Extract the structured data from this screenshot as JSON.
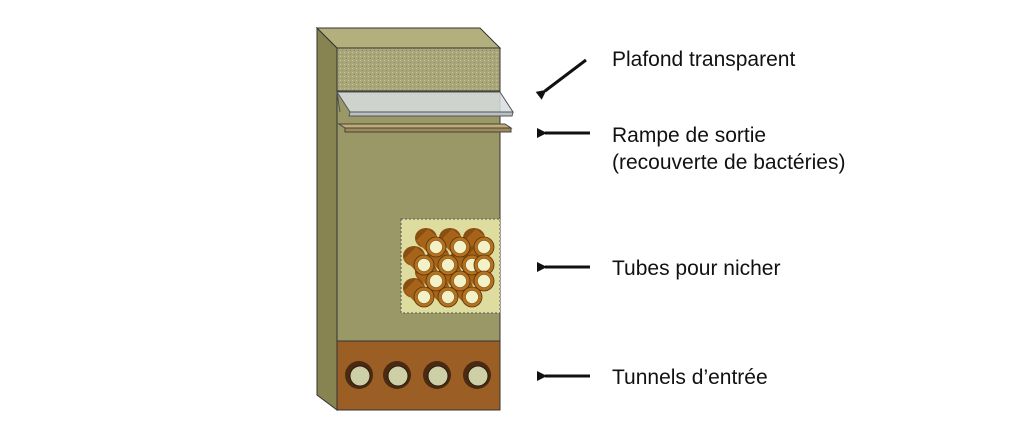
{
  "labels": {
    "ceiling": "Plafond transparent",
    "ramp": "Rampe de sortie",
    "ramp_sub": "(recouverte de bactéries)",
    "tubes": "Tubes pour nicher",
    "tunnels": "Tunnels d’entrée"
  },
  "colors": {
    "box_front": "#9a9866",
    "box_side": "#878452",
    "box_top": "#b3b07e",
    "mesh": "#a9a77a",
    "glass": "#d7dde0",
    "ramp": "#a08a55",
    "tube_panel": "#dedc9e",
    "tube_outer": "#b5711d",
    "tube_inner": "#f5f1c7",
    "base": "#9b5e24",
    "hole_ring": "#4a2a12",
    "hole_inner": "#cdd0a7",
    "arrow": "#111111"
  },
  "icons": {
    "arrow": "arrow-left-icon"
  }
}
